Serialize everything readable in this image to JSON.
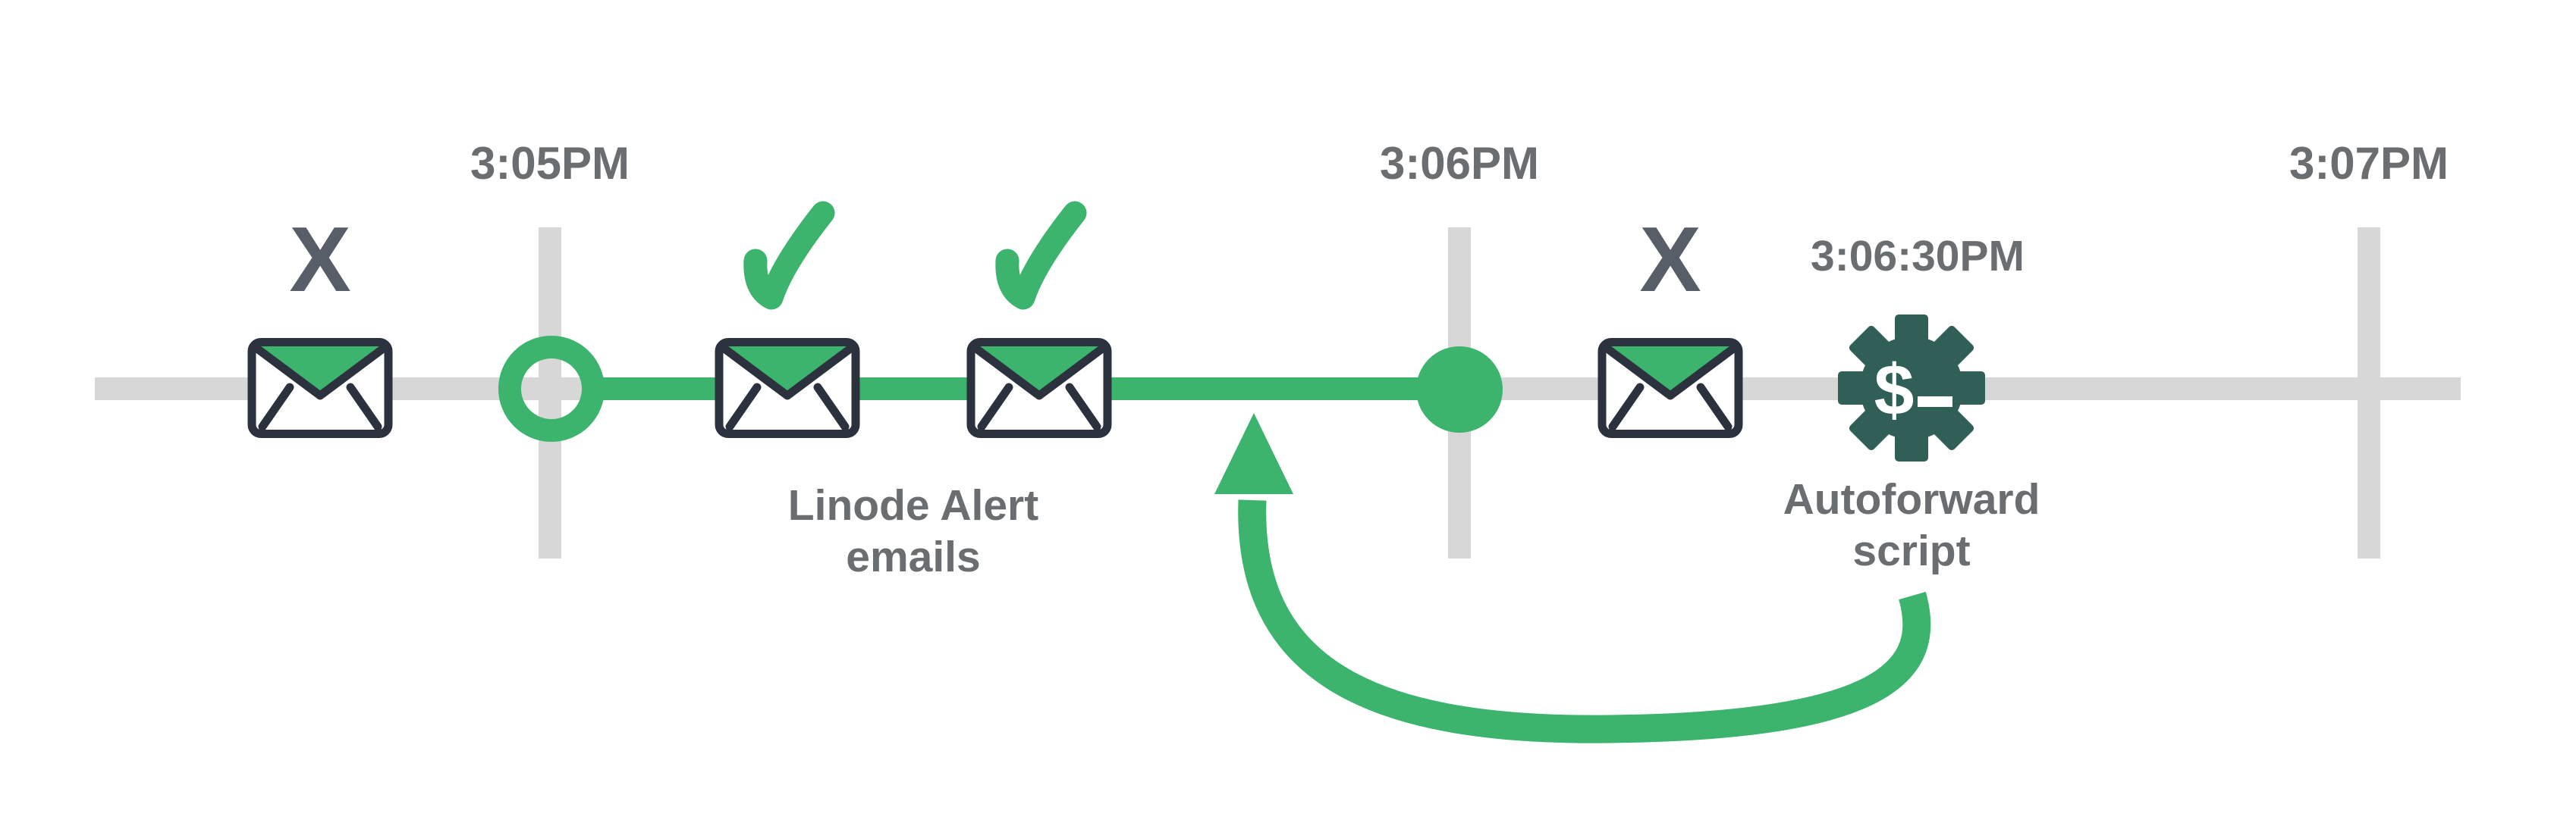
{
  "colors": {
    "background": "#ffffff",
    "green": "#3cb46e",
    "gray_line": "#d7d7d7",
    "label_gray": "#6b6e70",
    "x_mark": "#575e68",
    "envelope_outline": "#2b323e",
    "gear_teal": "#305f58",
    "gear_navy": "#232f3c"
  },
  "timeline": {
    "ticks": [
      {
        "label": "3:05PM"
      },
      {
        "label": "3:06PM"
      },
      {
        "label": "3:07PM"
      }
    ]
  },
  "events": {
    "alert_emails": {
      "line1": "Linode Alert",
      "line2": "emails"
    },
    "autoforward": {
      "time": "3:06:30PM",
      "line1": "Autoforward",
      "line2": "script"
    }
  },
  "glyphs": {
    "failed_x": "X",
    "dollar": "$"
  },
  "icons": {
    "envelope": "envelope-icon",
    "check": "checkmark-icon",
    "x": "x-icon",
    "gear": "gear-dollar-icon",
    "arrow": "loop-arrow-icon"
  }
}
